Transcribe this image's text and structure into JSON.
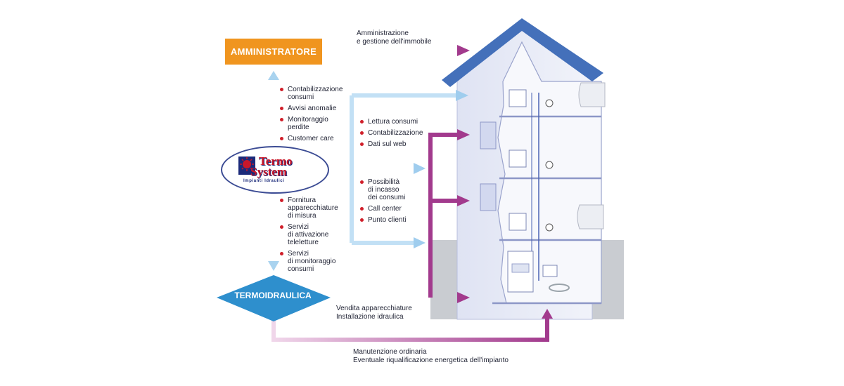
{
  "nodes": {
    "administrator": "AMMINISTRATORE",
    "termoidraulica": "TERMOIDRAULICA",
    "logo_line1": "Termo",
    "logo_line2": "System",
    "logo_subtitle": "Impianti Idraulici"
  },
  "edge_labels": {
    "admin_to_building": "Amministrazione\ne gestione dell'immobile",
    "termoidraulica_to_building": "Vendita apparecchiature\nInstallazione idraulica",
    "bottom_loop": "Manutenzione ordinaria\nEventuale riqualificazione energetica dell'impianto"
  },
  "lists": {
    "to_admin": [
      "Contabilizzazione\nconsumi",
      "Avvisi anomalie",
      "Monitoraggio\nperdite",
      "Customer care"
    ],
    "to_termoidraulica": [
      "Fornitura\napparecchiature\ndi misura",
      "Servizi\ndi attivazione\nteleletture",
      "Servizi\ndi monitoraggio\nconsumi"
    ],
    "to_building_top": [
      "Lettura consumi",
      "Contabilizzazione",
      "Dati sul web"
    ],
    "to_building_bottom": [
      "Possibilità\ndi incasso\ndei consumi",
      "Call center",
      "Punto clienti"
    ]
  },
  "colors": {
    "orange": "#f0951f",
    "blue_diamond": "#2e8fcd",
    "light_blue_arrow": "#a9d3ef",
    "purple_arrow": "#a23a8d",
    "bullet_red": "#d01f2a",
    "building_wall": "#e7eaf6",
    "roof": "#4470ba"
  }
}
